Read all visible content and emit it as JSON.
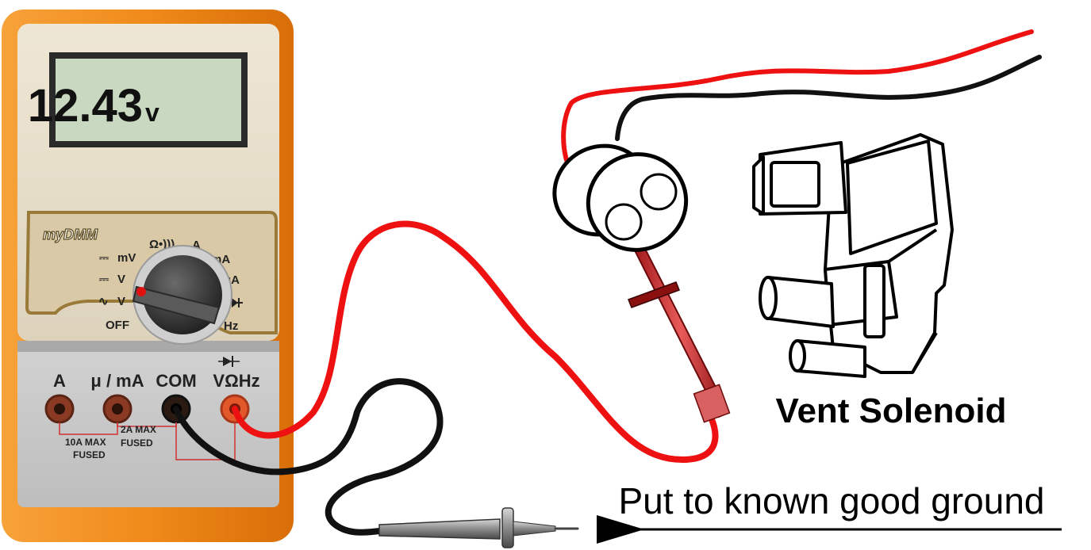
{
  "meter": {
    "brand": "myDMM",
    "display_value": "12.43",
    "display_unit": "v",
    "dial": {
      "mv_label": "mV",
      "v_dc_label": "V",
      "v_ac_label": "V",
      "off_label": "OFF",
      "ohm_label": "Ω•)))",
      "a_label": "A",
      "ma_label": "mA",
      "ua_label": "μA",
      "hz_label": "Hz"
    },
    "jacks": {
      "a_label": "A",
      "uma_label": "μ / mA",
      "com_label": "COM",
      "vohm_label": "VΩHz"
    },
    "fuse": {
      "label_10a_max": "10A MAX",
      "label_fused_1": "FUSED",
      "label_2a_max": "2A MAX",
      "label_fused_2": "FUSED"
    }
  },
  "solenoid_label": "Vent Solenoid",
  "ground_instruction": "Put to known good ground",
  "colors": {
    "case_orange": "#f08a1a",
    "case_inner": "#e6ddc8",
    "lcd_bg": "#c9d8c0",
    "probe_red": "#ee1111",
    "probe_black": "#111111"
  }
}
